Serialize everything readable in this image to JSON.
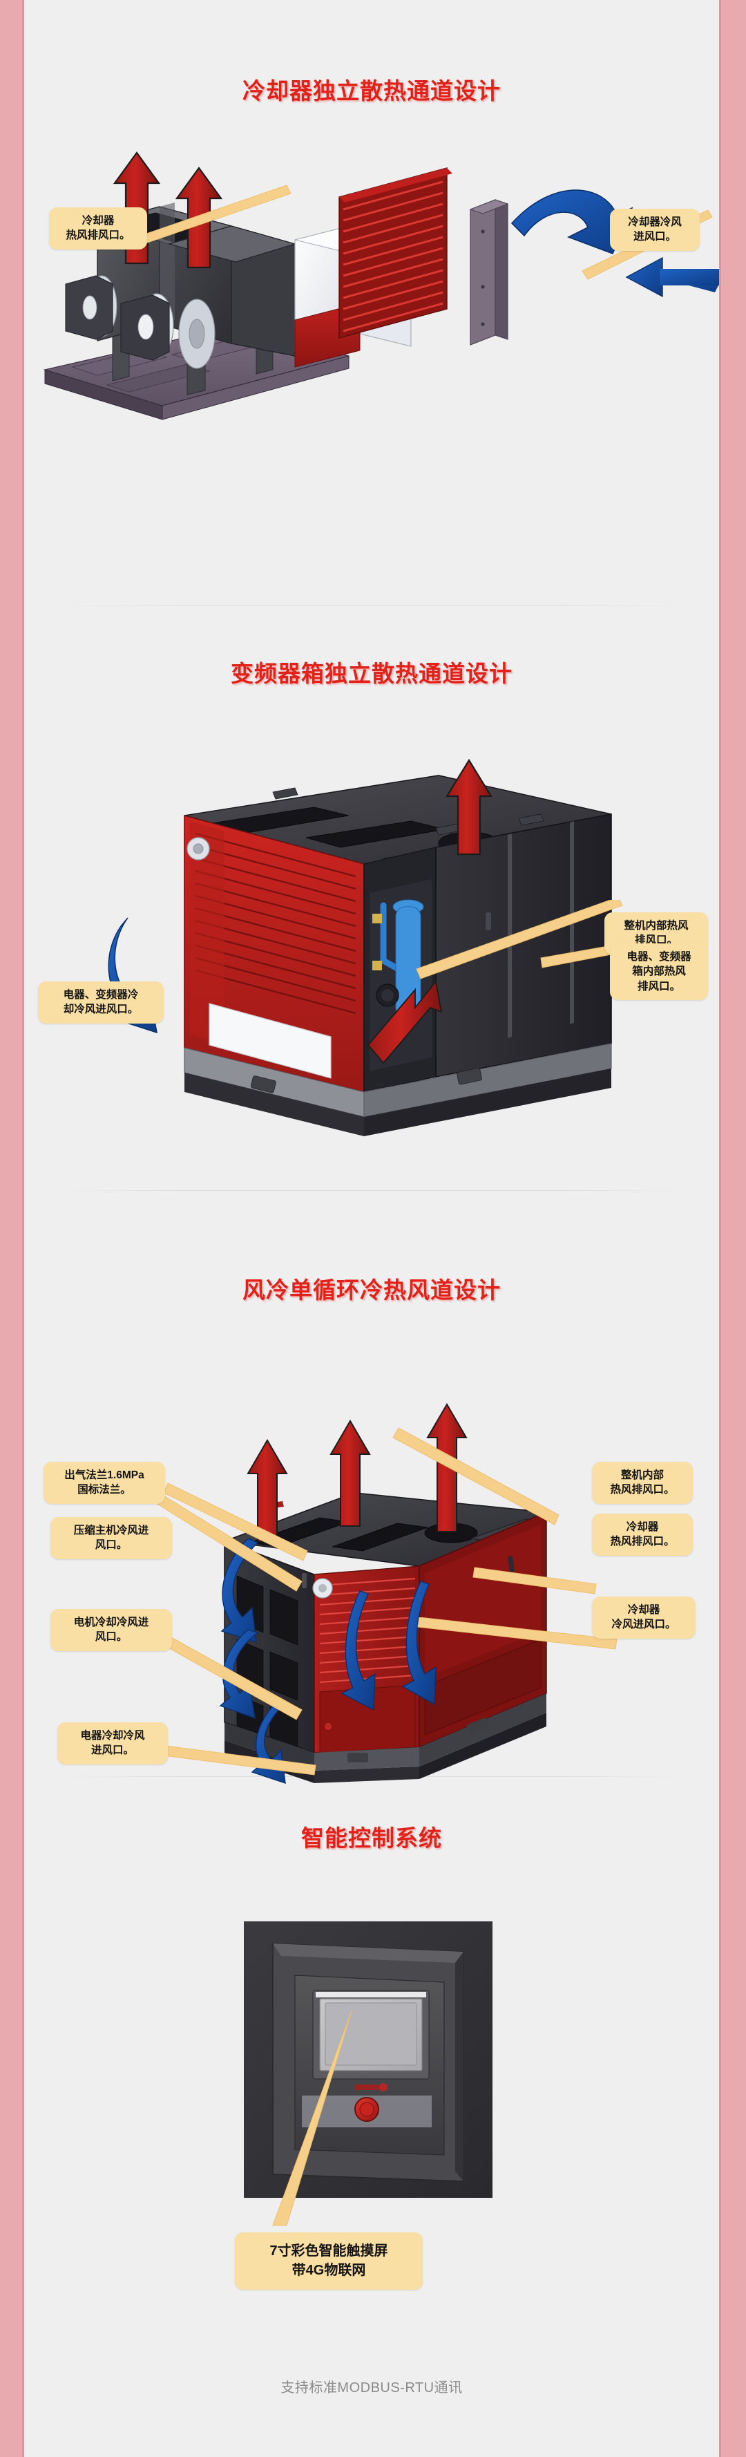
{
  "page": {
    "background_color": "#efeff0",
    "border_color": "#e8a9af",
    "title_color": "#e1221b",
    "callout_color": "#f6d98f",
    "hot_air_arrow_color": "#b2201c",
    "cool_air_arrow_color": "#1a56b0"
  },
  "sections": [
    {
      "id": "cooler-airflow",
      "title": "冷却器独立散热通道设计",
      "callouts": [
        {
          "id": "cooler-hot-exhaust",
          "text": "冷却器\n热风排风口。"
        },
        {
          "id": "cooler-cool-intake",
          "text": "冷却器冷风\n进风口。"
        }
      ]
    },
    {
      "id": "inverter-cabinet-airflow",
      "title": "变频器箱独立散热通道设计",
      "callouts": [
        {
          "id": "whole-machine-hot-exhaust",
          "text": "整机内部热风\n排风口。"
        },
        {
          "id": "electric-inverter-cool-intake",
          "text": "电器、变频器冷\n却冷风进风口。"
        },
        {
          "id": "electric-inverter-hot-exhaust",
          "text": "电器、变频器\n箱内部热风\n排风口。"
        }
      ]
    },
    {
      "id": "air-cooled-single-cycle",
      "title": "风冷单循环冷热风道设计",
      "callouts": [
        {
          "id": "outlet-flange",
          "text": "出气法兰1.6MPa\n国标法兰。"
        },
        {
          "id": "whole-machine-hot-exhaust-3",
          "text": "整机内部\n热风排风口。"
        },
        {
          "id": "compressor-cool-intake",
          "text": "压缩主机冷风进\n风口。"
        },
        {
          "id": "cooler-hot-exhaust-3",
          "text": "冷却器\n热风排风口。"
        },
        {
          "id": "motor-cool-intake",
          "text": "电机冷却冷风进\n风口。"
        },
        {
          "id": "cooler-cool-intake-3",
          "text": "冷却器\n冷风进风口。"
        },
        {
          "id": "electric-cool-intake",
          "text": "电器冷却冷风\n进风口。"
        }
      ]
    },
    {
      "id": "smart-control-system",
      "title": "智能控制系统",
      "callouts": [
        {
          "id": "touchscreen-spec",
          "text": "7寸彩色智能触摸屏\n带4G物联网"
        }
      ]
    }
  ],
  "footer": {
    "note": "支持标准MODBUS-RTU通讯"
  }
}
